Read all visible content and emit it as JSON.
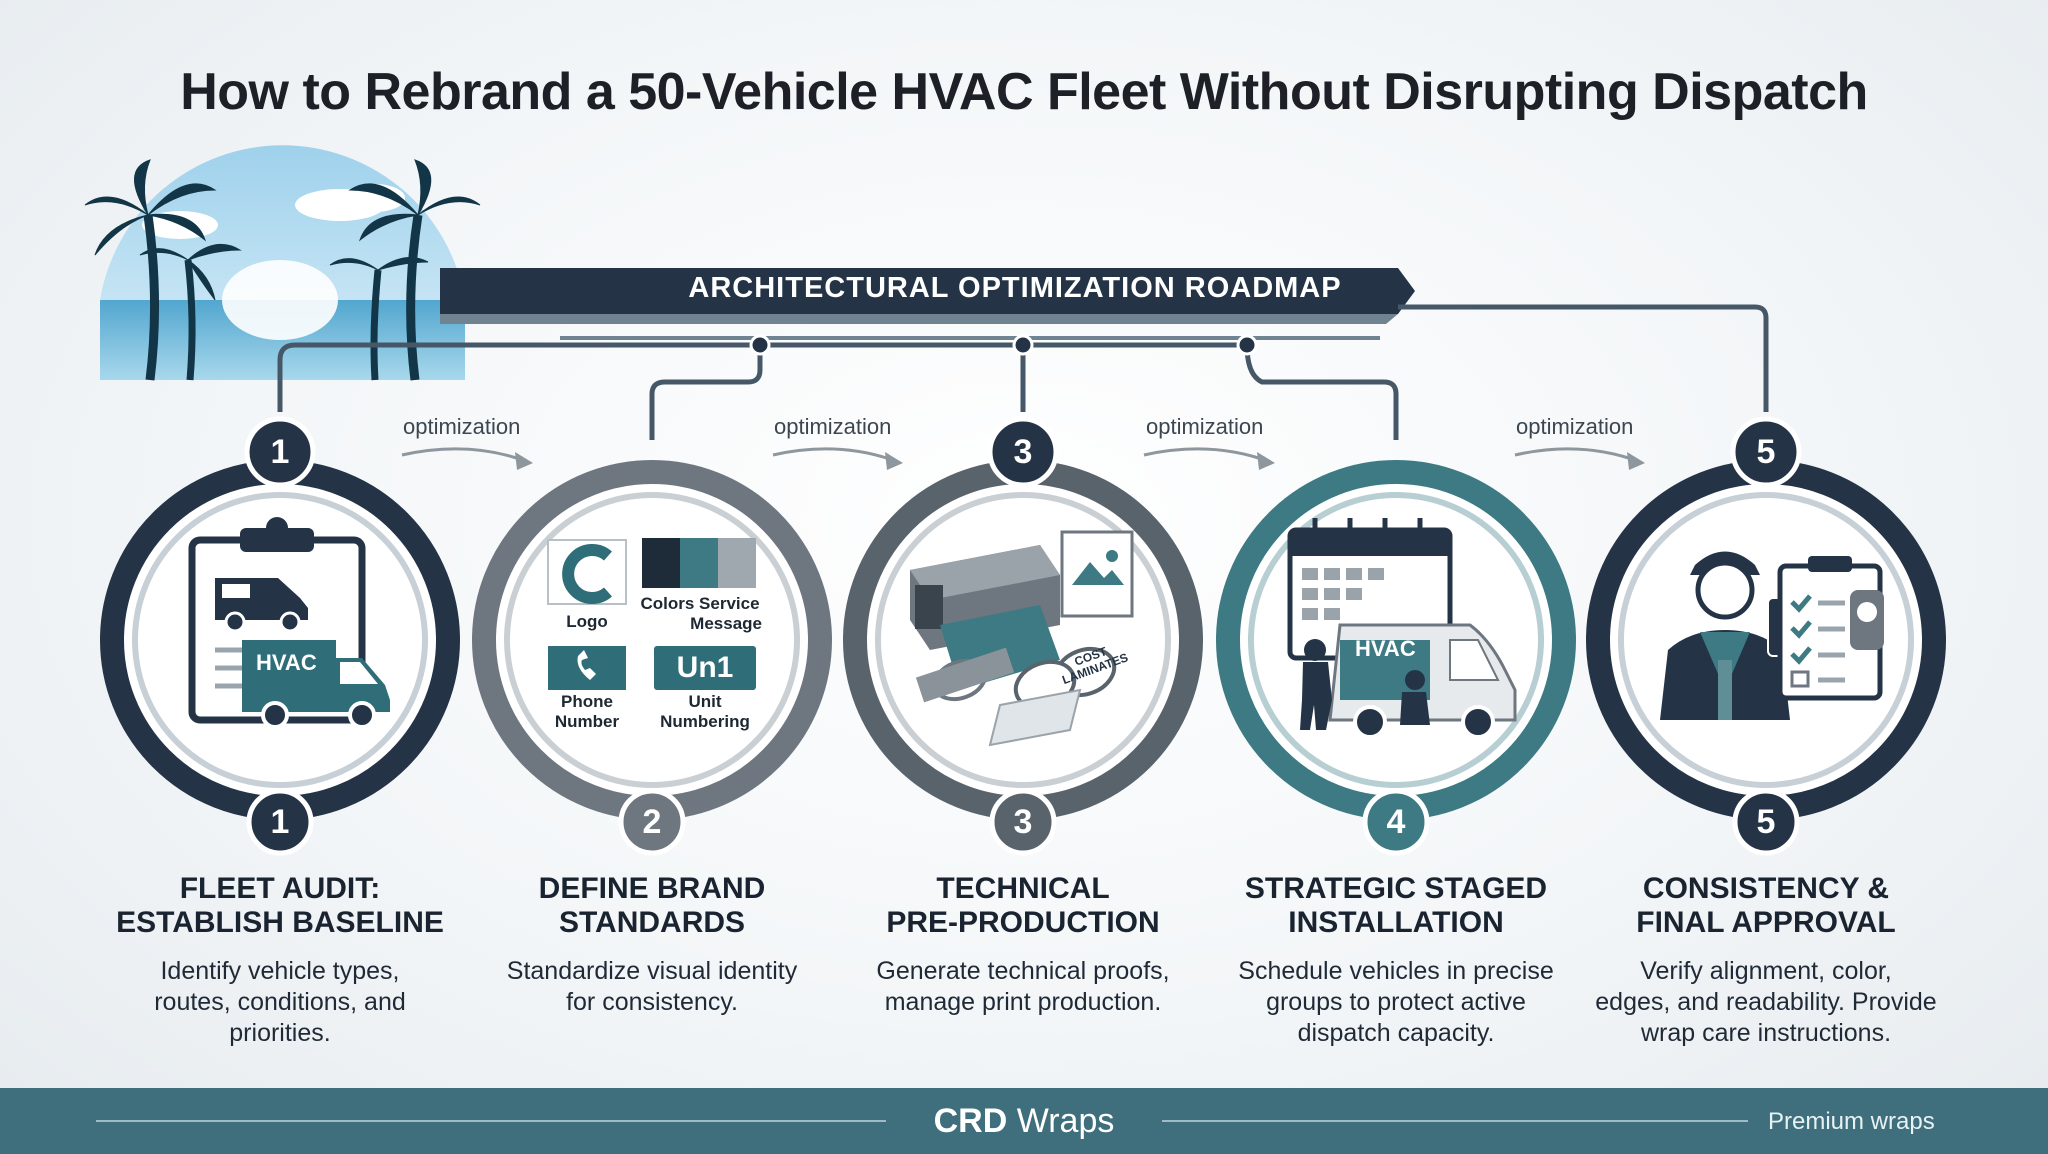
{
  "title": "How to Rebrand a 50-Vehicle HVAC Fleet Without Disrupting Dispatch",
  "banner": "ARCHITECTURAL OPTIMIZATION ROADMAP",
  "connector_label": "optimization",
  "steps": [
    {
      "top_number": "1",
      "number": "1",
      "title_line1": "FLEET AUDIT:",
      "title_line2": "ESTABLISH BASELINE",
      "desc_line1": "Identify vehicle types,",
      "desc_line2": "routes, conditions, and",
      "desc_line3": "priorities."
    },
    {
      "number": "2",
      "title_line1": "DEFINE BRAND",
      "title_line2": "STANDARDS",
      "desc_line1": "Standardize visual identity",
      "desc_line2": "for consistency.",
      "desc_line3": ""
    },
    {
      "top_number": "3",
      "number": "3",
      "title_line1": "TECHNICAL",
      "title_line2": "PRE-PRODUCTION",
      "desc_line1": "Generate technical proofs,",
      "desc_line2": "manage print production.",
      "desc_line3": ""
    },
    {
      "number": "4",
      "title_line1": "STRATEGIC STAGED",
      "title_line2": "INSTALLATION",
      "desc_line1": "Schedule vehicles in precise",
      "desc_line2": "groups to protect active",
      "desc_line3": "dispatch capacity."
    },
    {
      "top_number": "5",
      "number": "5",
      "title_line1": "CONSISTENCY &",
      "title_line2": "FINAL APPROVAL",
      "desc_line1": "Verify alignment, color,",
      "desc_line2": "edges, and readability. Provide",
      "desc_line3": "wrap care instructions."
    }
  ],
  "brand_items": {
    "logo": "Logo",
    "colors_line1": "Colors Service",
    "colors_line2": "Message",
    "phone_line1": "Phone",
    "phone_line2": "Number",
    "unit_line1": "Unit",
    "unit_line2": "Numbering",
    "unit_badge": "Un1"
  },
  "hvac_label": "HVAC",
  "roll_label": "COST LAMINATES",
  "footer": {
    "brand_bold": "CRD",
    "brand_rest": " Wraps",
    "tagline": "Premium wraps"
  },
  "colors": {
    "navy": "#243446",
    "teal": "#3d7a83",
    "footer": "#3f6f7c",
    "grey": "#727c85"
  }
}
